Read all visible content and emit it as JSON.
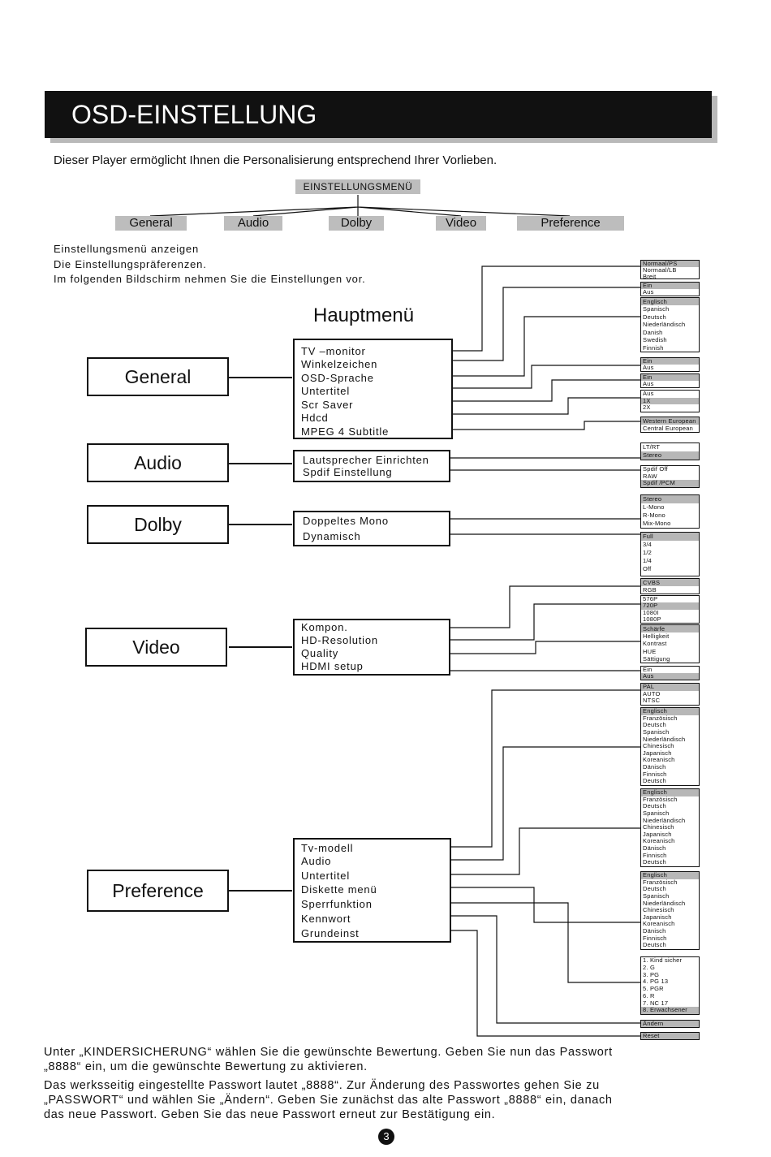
{
  "header": {
    "title": "OSD-EINSTELLUNG"
  },
  "intro": "Dieser Player ermöglicht Ihnen die Personalisierung entsprechend Ihrer Vorlieben.",
  "tree": {
    "root": "EINSTELLUNGSMENÜ",
    "tabs": [
      "General",
      "Audio",
      "Dolby",
      "Video",
      "Preference"
    ]
  },
  "steps": [
    "Einstellungsmenü anzeigen",
    "Die Einstellungspräferenzen.",
    "Im folgenden Bildschirm nehmen Sie die Einstellungen vor."
  ],
  "main_menu_title": "Hauptmenü",
  "categories": {
    "general": {
      "label": "General",
      "items": [
        "TV –monitor",
        "Winkelzeichen",
        "OSD-Sprache",
        "Untertitel",
        "Scr Saver",
        "Hdcd",
        "MPEG  4 Subtitle"
      ]
    },
    "audio": {
      "label": "Audio",
      "items": [
        "Lautsprecher Einrichten",
        "Spdif Einstellung"
      ]
    },
    "dolby": {
      "label": "Dolby",
      "items": [
        "Doppeltes Mono",
        "Dynamisch"
      ]
    },
    "video": {
      "label": "Video",
      "items": [
        "Kompon.",
        "HD-Resolution",
        "Quality",
        "HDMI setup"
      ]
    },
    "preference": {
      "label": "Preference",
      "items": [
        "Tv-modell",
        "Audio",
        "Untertitel",
        "Diskette menü",
        "Sperrfunktion",
        "Kennwort",
        "Grundeinst"
      ]
    }
  },
  "option_groups": [
    {
      "options": [
        "Normaal/PS",
        "Normaal/LB",
        "Breit"
      ],
      "highlight": 0
    },
    {
      "options": [
        "Ein",
        "Aus"
      ],
      "highlight": 0
    },
    {
      "options": [
        "Englisch",
        "Spanisch",
        "Deutsch",
        "Niederländisch",
        "Danish",
        "Swedish",
        "Finnish"
      ],
      "highlight": 0
    },
    {
      "options": [
        "Ein",
        "Aus"
      ],
      "highlight": 0
    },
    {
      "options": [
        "Ein",
        "Aus"
      ],
      "highlight": 0
    },
    {
      "options": [
        "Aus",
        "1X",
        "2X"
      ],
      "highlight": 1
    },
    {
      "options": [
        "Western European",
        "Central European"
      ],
      "highlight": 0
    },
    {
      "options": [
        "LT/RT",
        "Stereo"
      ],
      "highlight": 1
    },
    {
      "options": [
        "Spdif Off",
        "RAW",
        "Spdif /PCM"
      ],
      "highlight": 2
    },
    {
      "options": [
        "Stereo",
        "L-Mono",
        "R-Mono",
        "Mix-Mono"
      ],
      "highlight": 0
    },
    {
      "options": [
        "Full",
        "3/4",
        "1/2",
        "1/4",
        "Off"
      ],
      "highlight": 0
    },
    {
      "options": [
        "CVBS",
        "RGB"
      ],
      "highlight": 0
    },
    {
      "options": [
        "576P",
        "720P",
        "1080I",
        "1080P"
      ],
      "highlight": 1
    },
    {
      "options": [
        "Schärfe",
        "Helligkeit",
        "Kontrast",
        "HUE",
        "Sättigung"
      ],
      "highlight": 0
    },
    {
      "options": [
        "Ein",
        "Aus"
      ],
      "highlight": 1
    },
    {
      "options": [
        "PAL",
        "AUTO",
        "NTSC"
      ],
      "highlight": 0
    },
    {
      "options": [
        "Englisch",
        "Französisch",
        "Deutsch",
        "Spanisch",
        "Niederländisch",
        "Chinesisch",
        "Japanisch",
        "Koreanisch",
        "Dänisch",
        "Finnisch",
        "Deutsch"
      ],
      "highlight": 0
    },
    {
      "options": [
        "Englisch",
        "Französisch",
        "Deutsch",
        "Spanisch",
        "Niederländisch",
        "Chinesisch",
        "Japanisch",
        "Koreanisch",
        "Dänisch",
        "Finnisch",
        "Deutsch"
      ],
      "highlight": 0
    },
    {
      "options": [
        "Englisch",
        "Französisch",
        "Deutsch",
        "Spanisch",
        "Niederländisch",
        "Chinesisch",
        "Japanisch",
        "Koreanisch",
        "Dänisch",
        "Finnisch",
        "Deutsch"
      ],
      "highlight": 0
    },
    {
      "options": [
        "1. Kind  sicher",
        "2. G",
        "3. PG",
        "4. PG  13",
        "5. PGR",
        "6. R",
        "7. NC  17",
        "8. Erwachsener"
      ],
      "highlight": 7
    },
    {
      "options": [
        "Ändern"
      ],
      "highlight": 0
    },
    {
      "options": [
        "Reset"
      ],
      "highlight": 0
    }
  ],
  "footer": {
    "paragraph1": "Unter „KINDERSICHERUNG“ wählen Sie die gewünschte Bewertung. Geben Sie nun das Passwort „8888“ ein, um die gewünschte Bewertung zu aktivieren.",
    "paragraph2": "Das werksseitig eingestellte Passwort lautet „8888“. Zur Änderung des Passwortes gehen Sie zu „PASSWORT“ und wählen Sie „Ändern“. Geben Sie zunächst das alte Passwort „8888“ ein, danach das neue Passwort. Geben Sie das neue Passwort erneut zur Bestätigung ein."
  },
  "page_number": "3"
}
